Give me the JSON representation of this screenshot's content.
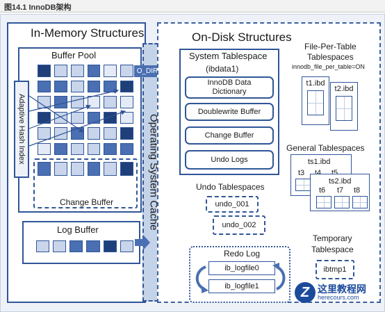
{
  "caption": "图14.1 InnoDB架构",
  "in_memory": {
    "title": "In-Memory Structures",
    "buffer_pool": {
      "title": "Buffer Pool"
    },
    "adaptive_hash_index": "Adaptive Hash Index",
    "change_buffer": "Change Buffer",
    "log_buffer": "Log Buffer"
  },
  "os_cache": {
    "label": "Operating System Cache",
    "o_direct": "O_DIRECT"
  },
  "on_disk": {
    "title": "On-Disk Structures",
    "system_tablespace": {
      "title": "System Tablespace",
      "subtitle": "(ibdata1)",
      "items": [
        "InnoDB Data Dictionary",
        "Doublewrite Buffer",
        "Change Buffer",
        "Undo Logs"
      ]
    },
    "undo_tablespaces": {
      "title": "Undo Tablespaces",
      "files": [
        "undo_001",
        "undo_002"
      ]
    },
    "redo_log": {
      "title": "Redo Log",
      "files": [
        "ib_logfile0",
        "ib_logfile1"
      ]
    },
    "file_per_table": {
      "title_line1": "File-Per-Table",
      "title_line2": "Tablespaces",
      "setting": "innodb_file_per_table=ON",
      "files": [
        "t1.ibd",
        "t2.ibd"
      ]
    },
    "general_tablespaces": {
      "title": "General Tablespaces",
      "ts1": {
        "name": "ts1.ibd",
        "tables": [
          "t3",
          "t4",
          "t5"
        ]
      },
      "ts2": {
        "name": "ts2.ibd",
        "tables": [
          "t6",
          "t7",
          "t8"
        ]
      }
    },
    "temporary_tablespace": {
      "title_line1": "Temporary",
      "title_line2": "Tablespace",
      "file": "ibtmp1"
    }
  },
  "watermark": {
    "site_name": "这里教程网",
    "site_url": "herecours.com"
  },
  "colors": {
    "border": "#2f5597",
    "dark_page": "#1f3f7a",
    "mid_page": "#4a6fb2",
    "light_page": "#c9d5ea",
    "os_cache_fill": "#c5d3e8",
    "background": "#eef2f8"
  },
  "buffer_pool_pages": [
    [
      "dark",
      "light",
      "light",
      "mid",
      "pale",
      "light"
    ],
    [
      "mid",
      "mid",
      "light",
      "mid",
      "mid",
      "dark"
    ],
    [
      "light",
      "mid",
      "light",
      "pale",
      "light",
      "pale"
    ],
    [
      "dark",
      "light",
      "light",
      "mid",
      "dark",
      "pale"
    ],
    [
      "light",
      "light",
      "mid",
      "light",
      "light",
      "dark"
    ],
    [
      "pale",
      "mid",
      "light",
      "light",
      "mid",
      "mid"
    ]
  ],
  "change_buffer_pages": [
    "mid",
    "light",
    "light",
    "mid",
    "light",
    "dark"
  ],
  "log_buffer_pages": [
    "light",
    "light",
    "mid",
    "mid",
    "dark",
    "light"
  ]
}
